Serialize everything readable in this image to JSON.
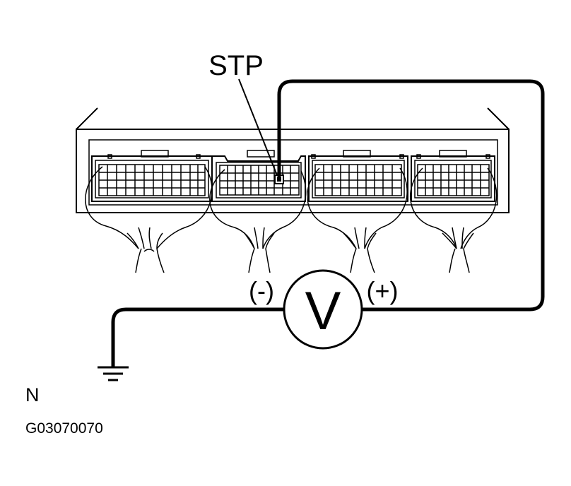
{
  "labels": {
    "terminal": "STP",
    "negative": "(-)",
    "positive": "(+)",
    "meter": "V",
    "ground_letter": "N",
    "figure_code": "G03070070"
  }
}
